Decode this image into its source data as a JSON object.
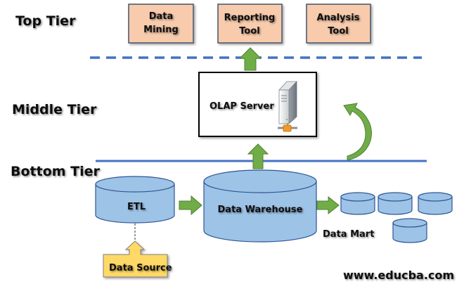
{
  "tiers": {
    "top": "Top Tier",
    "middle": "Middle Tier",
    "bottom": "Bottom Tier"
  },
  "top_tools": [
    {
      "line1": "Data",
      "line2": "Mining"
    },
    {
      "line1": "Reporting",
      "line2": "Tool"
    },
    {
      "line1": "Analysis",
      "line2": "Tool"
    }
  ],
  "middle": {
    "olap_label": "OLAP Server",
    "server_icon": "server-icon"
  },
  "bottom": {
    "etl_label": "ETL",
    "warehouse_label": "Data Warehouse",
    "data_mart_label": "Data Mart",
    "data_source_label": "Data Source",
    "data_mart_count": 4
  },
  "footer": {
    "watermark": "www.educba.com"
  },
  "colors": {
    "tool_fill": "#f8cbad",
    "tool_border": "#44546a",
    "cylinder_fill": "#9dc3e6",
    "cylinder_border": "#2f5597",
    "arrow_fill": "#70ad47",
    "arrow_border": "#507e32",
    "source_fill": "#ffd966",
    "line_color": "#4472c4"
  }
}
